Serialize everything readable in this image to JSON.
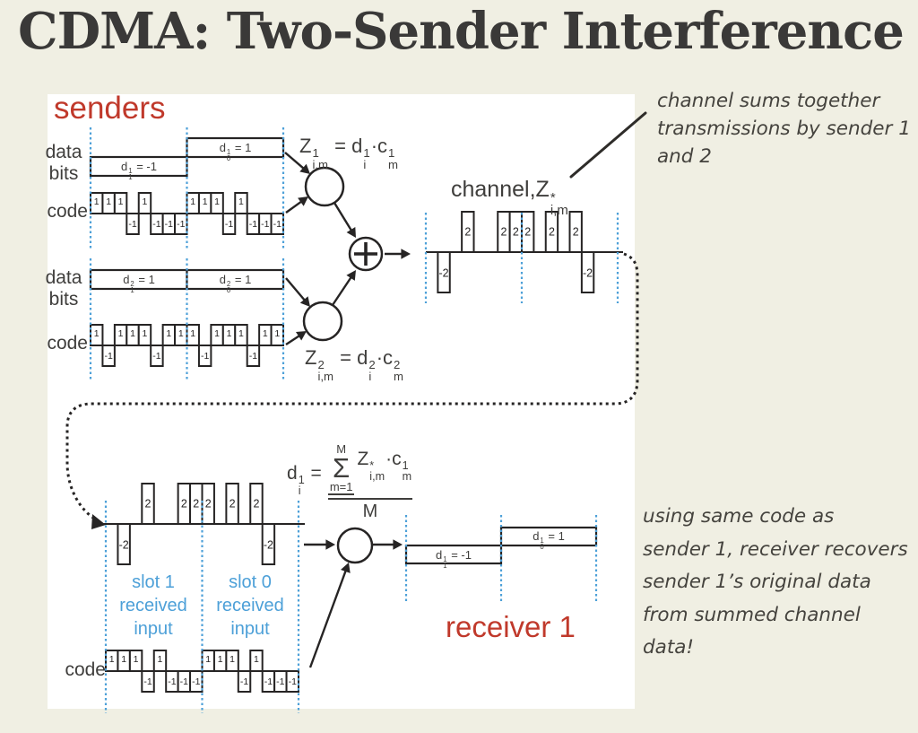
{
  "title": "CDMA: Two-Sender Interference",
  "colors": {
    "background": "#f0efe3",
    "panel": "#ffffff",
    "accent_red": "#c0392b",
    "accent_blue": "#4da0d8",
    "ink": "#262424",
    "text_gray": "#3f3e3c"
  },
  "annotations": {
    "channel_note": "channel sums together\ntransmissions by sender 1\nand 2",
    "receiver_note": "using same code as\nsender 1, receiver recovers\nsender 1’s original data\nfrom summed channel\ndata!"
  },
  "labels": {
    "senders": "senders",
    "receiver": "receiver 1",
    "data_bits": "data\nbits",
    "code": "code",
    "slot1_note": "slot 1\nreceived\ninput",
    "slot0_note": "slot 0\nreceived\ninput"
  },
  "formulas": {
    "z1": [
      {
        "t": "Z",
        "sup": "1",
        "sub": "i,m"
      },
      {
        "t": " = "
      },
      {
        "t": "d",
        "sup": "1",
        "sub": "i"
      },
      {
        "t": "·"
      },
      {
        "t": "c",
        "sup": "1",
        "sub": "m"
      }
    ],
    "z2": [
      {
        "t": "Z",
        "sup": "2",
        "sub": "i,m"
      },
      {
        "t": " = "
      },
      {
        "t": "d",
        "sup": "2",
        "sub": "i"
      },
      {
        "t": "·"
      },
      {
        "t": "c",
        "sup": "2",
        "sub": "m"
      }
    ],
    "channel_label": [
      {
        "t": "channel,"
      },
      {
        "t": "Z",
        "sup": "*",
        "sub": "i,m"
      }
    ],
    "decode_lhs": [
      {
        "t": "d",
        "sup": "1",
        "sub": "i"
      },
      {
        "t": " = "
      }
    ],
    "sum_upper": "M",
    "sum_sigma": "Σ",
    "sum_lower": "m=1",
    "sum_terms": [
      {
        "t": "Z",
        "sup": "*",
        "sub": "i,m"
      },
      {
        "t": "·"
      },
      {
        "t": "c",
        "sup": "1",
        "sub": "m"
      }
    ],
    "denominator": "M"
  },
  "sender1": {
    "bits": [
      {
        "slot": 1,
        "value": -1,
        "label": [
          {
            "t": "d",
            "sup": "1",
            "sub": "1"
          },
          {
            "t": " = -1"
          }
        ]
      },
      {
        "slot": 0,
        "value": 1,
        "label": [
          {
            "t": "d",
            "sup": "1",
            "sub": "0"
          },
          {
            "t": " = 1"
          }
        ]
      }
    ],
    "code": [
      1,
      1,
      1,
      -1,
      1,
      -1,
      -1,
      -1
    ]
  },
  "sender2": {
    "bits": [
      {
        "slot": 1,
        "value": 1,
        "label": [
          {
            "t": "d",
            "sup": "2",
            "sub": "1"
          },
          {
            "t": " = 1"
          }
        ]
      },
      {
        "slot": 0,
        "value": 1,
        "label": [
          {
            "t": "d",
            "sup": "2",
            "sub": "0"
          },
          {
            "t": " = 1"
          }
        ]
      }
    ],
    "code": [
      1,
      -1,
      1,
      1,
      1,
      -1,
      1,
      1
    ]
  },
  "channel": {
    "chips": [
      0,
      -2,
      0,
      2,
      0,
      0,
      2,
      2,
      2,
      0,
      2,
      0,
      2,
      -2,
      0,
      0
    ]
  },
  "receiver": {
    "input_chips": [
      0,
      -2,
      0,
      2,
      0,
      0,
      2,
      2,
      2,
      0,
      2,
      0,
      2,
      -2,
      0,
      0
    ],
    "code": [
      1,
      1,
      1,
      -1,
      1,
      -1,
      -1,
      -1
    ],
    "out_bits": [
      {
        "slot": 1,
        "value": -1,
        "label": [
          {
            "t": "d",
            "sup": "1",
            "sub": "1"
          },
          {
            "t": " = -1"
          }
        ]
      },
      {
        "slot": 0,
        "value": 1,
        "label": [
          {
            "t": "d",
            "sup": "1",
            "sub": "0"
          },
          {
            "t": " = 1"
          }
        ]
      }
    ]
  }
}
